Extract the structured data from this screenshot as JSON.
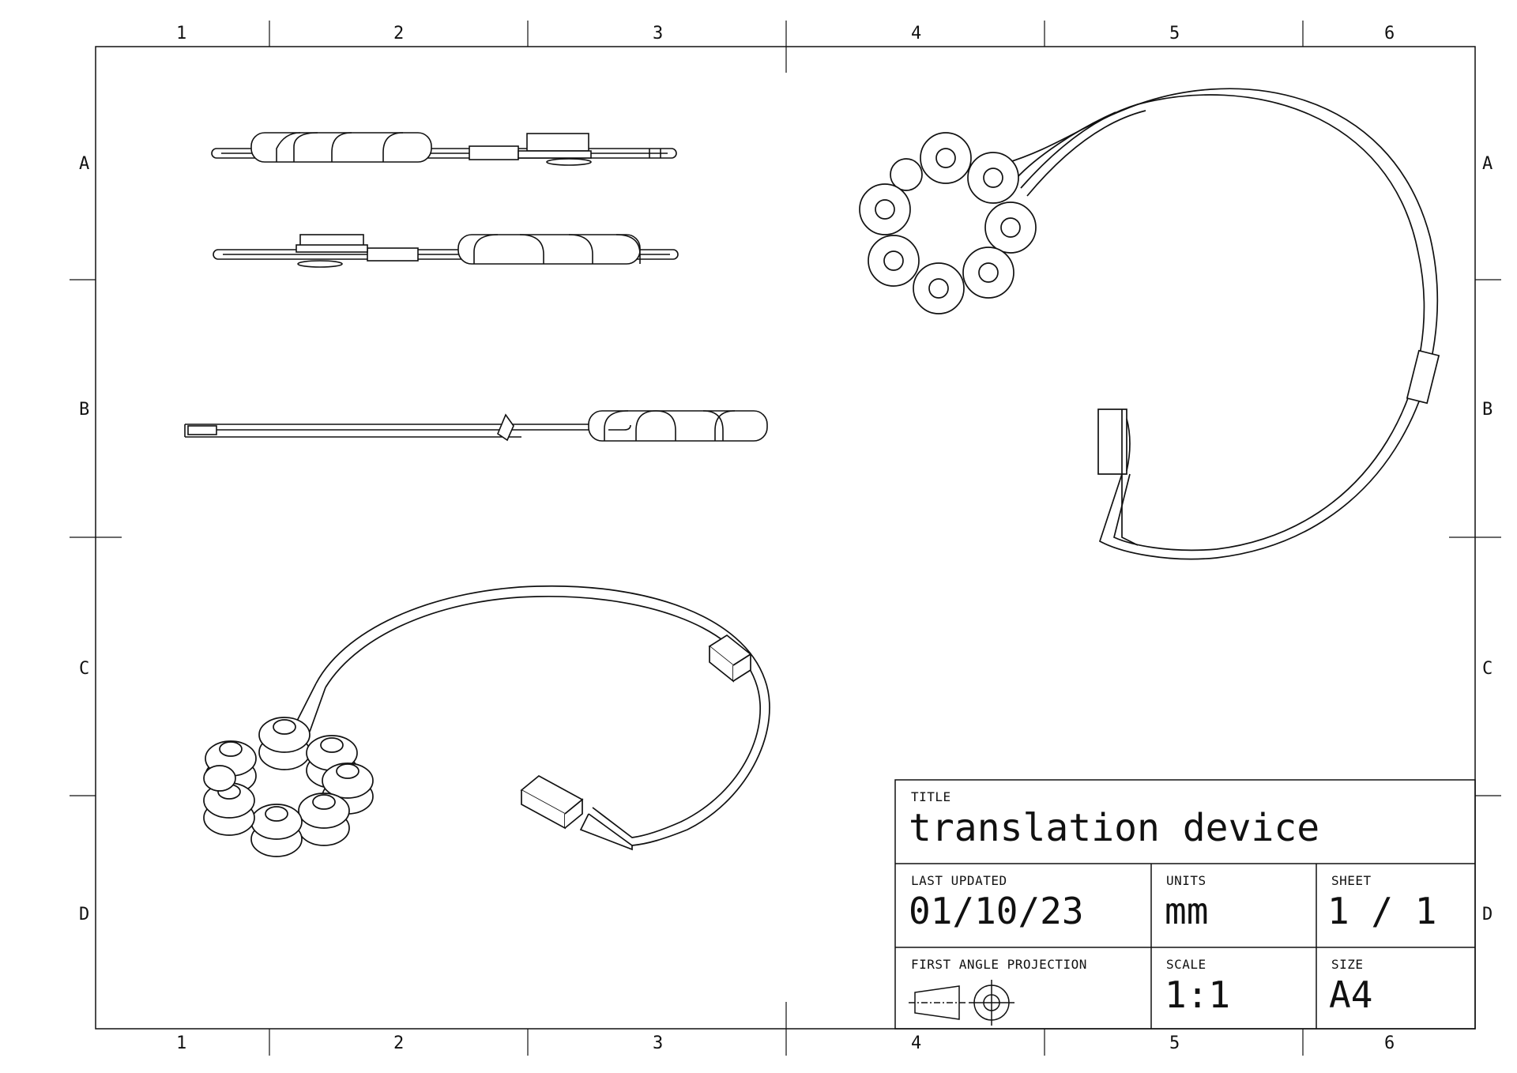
{
  "grid": {
    "columns": [
      "1",
      "2",
      "3",
      "4",
      "5",
      "6"
    ],
    "rows": [
      "A",
      "B",
      "C",
      "D"
    ]
  },
  "title_block": {
    "title_label": "TITLE",
    "title": "translation device",
    "last_updated_label": "LAST UPDATED",
    "last_updated": "01/10/23",
    "units_label": "UNITS",
    "units": "mm",
    "sheet_label": "SHEET",
    "sheet": "1 / 1",
    "projection_label": "FIRST ANGLE PROJECTION",
    "scale_label": "SCALE",
    "scale": "1:1",
    "size_label": "SIZE",
    "size": "A4"
  },
  "colors": {
    "line": "#111111",
    "background": "#ffffff"
  }
}
